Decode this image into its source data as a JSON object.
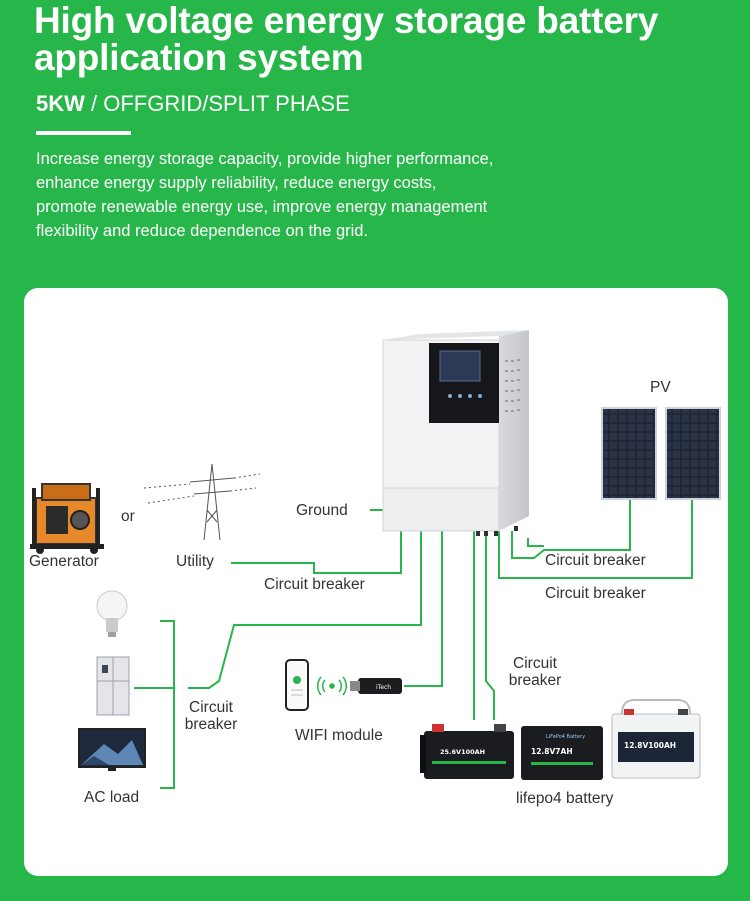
{
  "header": {
    "title_line1": "High voltage energy storage battery",
    "title_line2": "application system",
    "subtitle_bold": "5KW",
    "subtitle_rest": " / OFFGRID/SPLIT PHASE",
    "description": [
      "Increase energy storage capacity, provide higher performance,",
      "enhance energy supply reliability, reduce energy costs,",
      "promote renewable energy use, improve energy management",
      "flexibility and reduce dependence on the grid."
    ]
  },
  "diagram": {
    "labels": {
      "generator": "Generator",
      "or": "or",
      "utility": "Utility",
      "ground": "Ground",
      "pv": "PV",
      "circuit_breaker_utility": "Circuit breaker",
      "circuit_breaker_pv1": "Circuit breaker",
      "circuit_breaker_pv2": "Circuit breaker",
      "circuit_breaker_load_1": "Circuit",
      "circuit_breaker_load_2": "breaker",
      "circuit_breaker_battery_1": "Circuit",
      "circuit_breaker_battery_2": "breaker",
      "wifi_module": "WIFI module",
      "ac_load": "AC load",
      "battery": "lifepo4 battery"
    },
    "battery_labels": [
      "25.6V100AH",
      "12.8V7AH",
      "12.8V100AH"
    ],
    "battery_brand": "LiFePo4 Battery",
    "wifi_dongle_label": "iTech",
    "colors": {
      "wire": "#27b64a",
      "background": "#27b64a"
    }
  }
}
